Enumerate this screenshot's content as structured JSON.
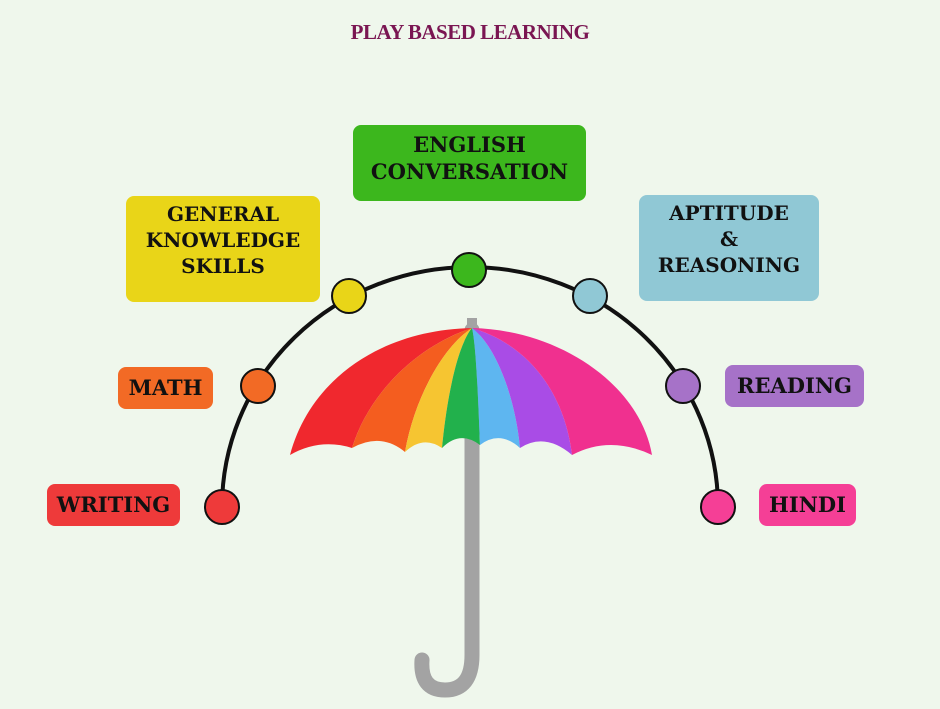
{
  "title": "PLAY BASED LEARNING",
  "colors": {
    "background": "#eff7ec",
    "title": "#7a1652",
    "writing": "#ee3a3a",
    "math": "#f26a25",
    "general_knowledge": "#e9d518",
    "english": "#3cb71d",
    "aptitude": "#90c8d5",
    "reading": "#a672c8",
    "hindi": "#f53f96",
    "handle": "#a3a3a3"
  },
  "nodes": {
    "english": [
      "ENGLISH",
      "CONVERSATION"
    ],
    "general_knowledge": [
      "GENERAL",
      "KNOWLEDGE",
      "SKILLS"
    ],
    "aptitude": [
      "APTITUDE",
      "&",
      "REASONING"
    ],
    "math": "MATH",
    "reading": "READING",
    "writing": "WRITING",
    "hindi": "HINDI"
  },
  "icons": [
    "umbrella-icon"
  ]
}
